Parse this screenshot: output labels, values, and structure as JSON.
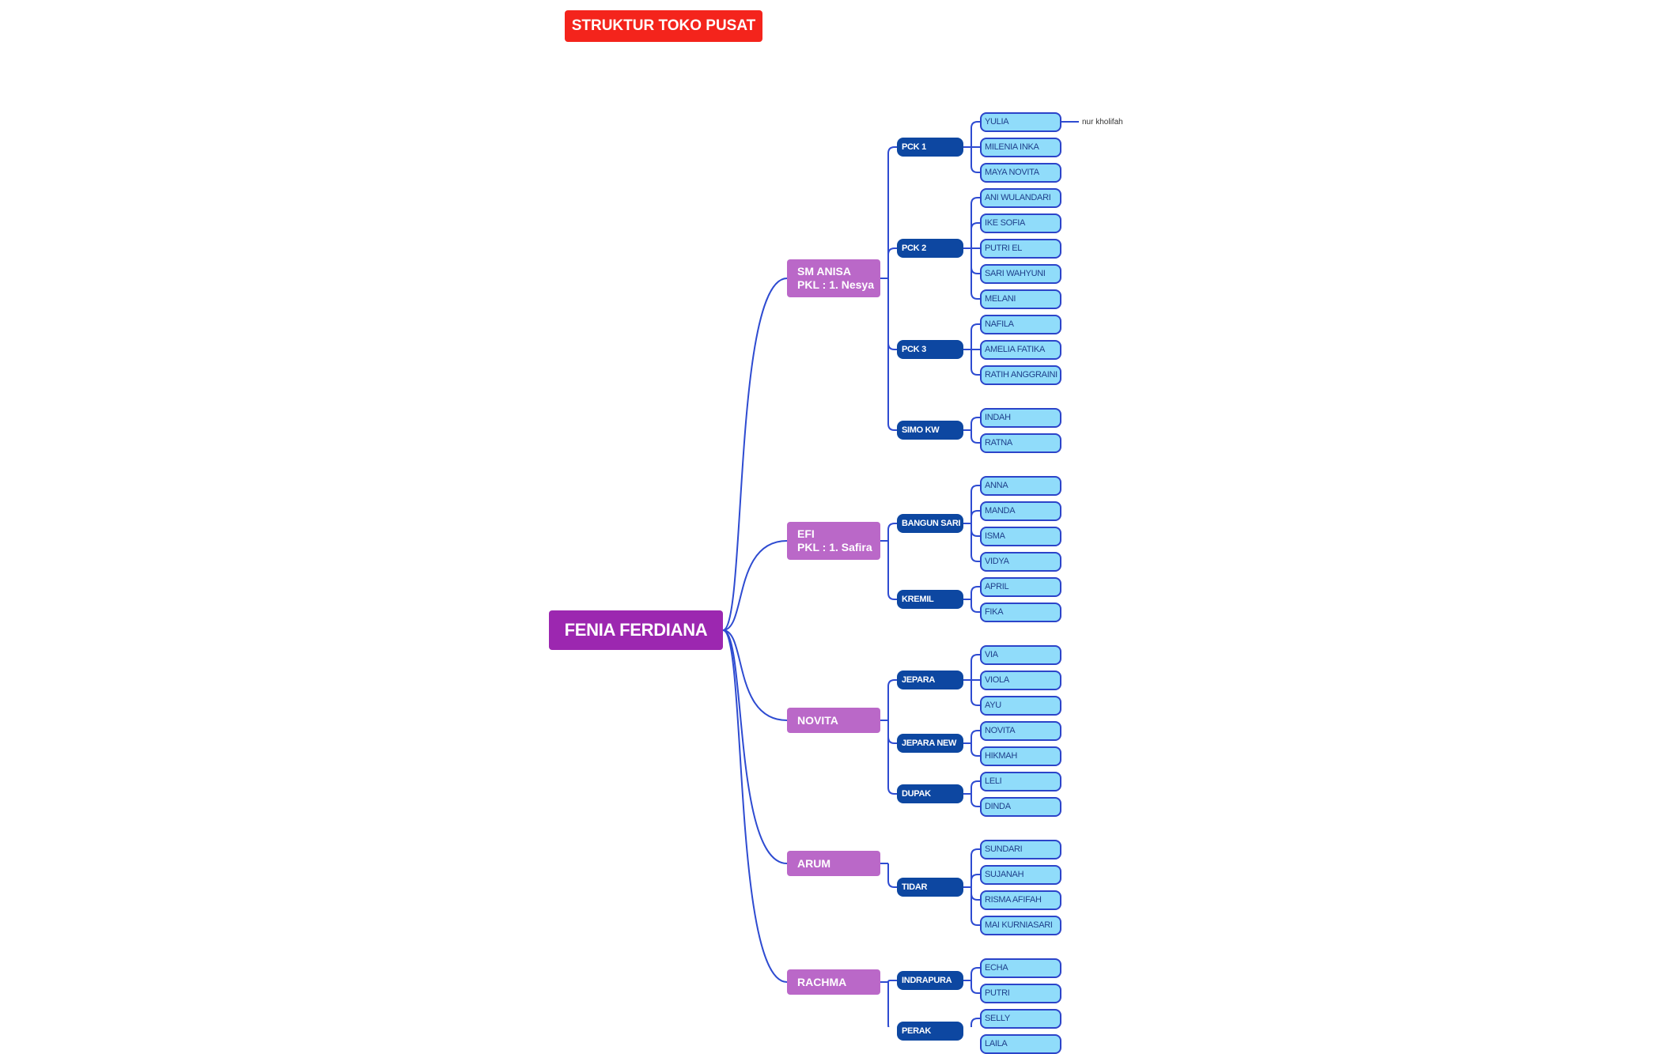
{
  "title": "STRUKTUR TOKO PUSAT",
  "root": "FENIA FERDIANA",
  "note": "nur kholifah",
  "colors": {
    "title_bg": "#f4241c",
    "root_bg": "#9c27b0",
    "manager_bg": "#ba68c8",
    "store_bg": "#0d47a1",
    "staff_bg": "#90dcfa",
    "connector": "#2e4bd1"
  },
  "managers": [
    {
      "name": "SM ANISA",
      "subtitle": "PKL : 1. Nesya",
      "stores": [
        {
          "name": "PCK 1",
          "staff": [
            "YULIA",
            "MILENIA INKA",
            "MAYA NOVITA"
          ]
        },
        {
          "name": "PCK 2",
          "staff": [
            "ANI WULANDARI",
            "IKE SOFIA",
            "PUTRI EL",
            "SARI WAHYUNI",
            "MELANI"
          ]
        },
        {
          "name": "PCK 3",
          "staff": [
            "NAFILA",
            "AMELIA FATIKA",
            "RATIH ANGGRAINI"
          ]
        },
        {
          "name": "SIMO KW",
          "staff": [
            "INDAH",
            "RATNA"
          ]
        }
      ]
    },
    {
      "name": "EFI",
      "subtitle": "PKL : 1. Safira",
      "stores": [
        {
          "name": "BANGUN SARI",
          "staff": [
            "ANNA",
            "MANDA",
            "ISMA",
            "VIDYA"
          ]
        },
        {
          "name": "KREMIL",
          "staff": [
            "APRIL",
            "FIKA"
          ]
        }
      ]
    },
    {
      "name": "NOVITA",
      "subtitle": "",
      "stores": [
        {
          "name": "JEPARA",
          "staff": [
            "VIA",
            "VIOLA",
            "AYU"
          ]
        },
        {
          "name": "JEPARA NEW",
          "staff": [
            "NOVITA",
            "HIKMAH"
          ]
        },
        {
          "name": "DUPAK",
          "staff": [
            "LELI",
            "DINDA"
          ]
        }
      ]
    },
    {
      "name": "ARUM",
      "subtitle": "",
      "stores": [
        {
          "name": "TIDAR",
          "staff": [
            "SUNDARI",
            "SUJANAH",
            "RISMA AFIFAH",
            "MAI KURNIASARI"
          ]
        }
      ]
    },
    {
      "name": "RACHMA",
      "subtitle": "",
      "stores": [
        {
          "name": "INDRAPURA",
          "staff": [
            "ECHA",
            "PUTRI"
          ]
        },
        {
          "name": "PERAK",
          "staff": [
            "SELLY",
            "LAILA"
          ]
        }
      ]
    }
  ]
}
